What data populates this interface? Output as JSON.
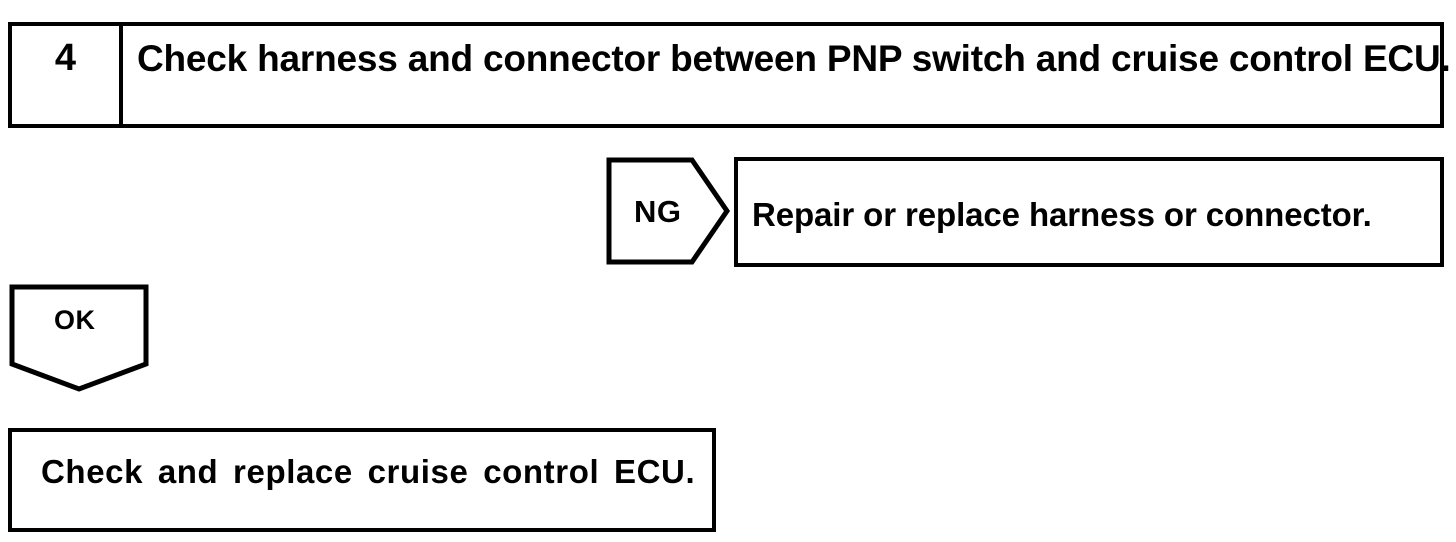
{
  "diagram": {
    "type": "troubleshooting-flowchart",
    "ink_color": "#000000",
    "background_color": "#ffffff",
    "step": {
      "number": "4",
      "instruction": "Check harness and connector between PNP switch and cruise control ECU."
    },
    "branches": [
      {
        "label": "NG",
        "direction": "right",
        "outcome": "Repair or replace harness or connector."
      },
      {
        "label": "OK",
        "direction": "down",
        "outcome": "Check and replace cruise control ECU."
      }
    ],
    "ng_arrow_label": "NG",
    "ng_result_text": "Repair or replace harness or connector.",
    "ok_arrow_label": "OK",
    "ok_result_text": "Check and replace cruise control ECU."
  }
}
